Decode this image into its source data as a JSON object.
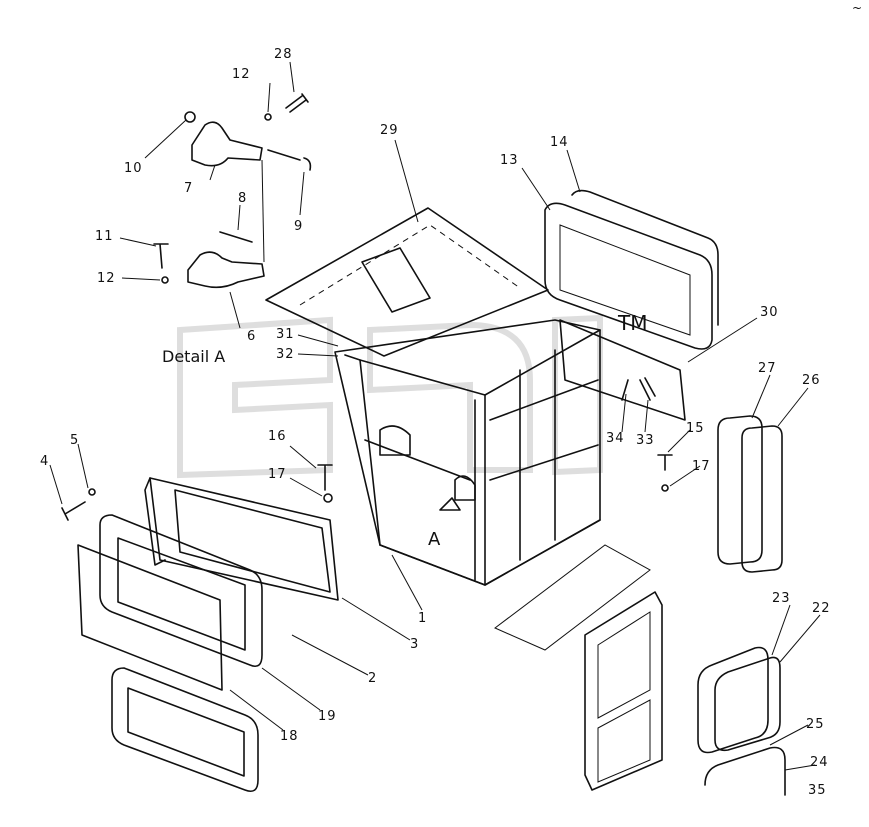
{
  "diagram": {
    "detail_label": "Detail A",
    "view_marker": "A",
    "watermark": "TM",
    "corner_mark": "~",
    "parts": [
      {
        "id": "p1",
        "text": "1"
      },
      {
        "id": "p2",
        "text": "2"
      },
      {
        "id": "p3",
        "text": "3"
      },
      {
        "id": "p4",
        "text": "4"
      },
      {
        "id": "p5",
        "text": "5"
      },
      {
        "id": "p6",
        "text": "6"
      },
      {
        "id": "p7",
        "text": "7"
      },
      {
        "id": "p8",
        "text": "8"
      },
      {
        "id": "p9",
        "text": "9"
      },
      {
        "id": "p10",
        "text": "10"
      },
      {
        "id": "p11",
        "text": "11"
      },
      {
        "id": "p12a",
        "text": "12"
      },
      {
        "id": "p12b",
        "text": "12"
      },
      {
        "id": "p13",
        "text": "13"
      },
      {
        "id": "p14",
        "text": "14"
      },
      {
        "id": "p15",
        "text": "15"
      },
      {
        "id": "p16",
        "text": "16"
      },
      {
        "id": "p17a",
        "text": "17"
      },
      {
        "id": "p17b",
        "text": "17"
      },
      {
        "id": "p18",
        "text": "18"
      },
      {
        "id": "p19",
        "text": "19"
      },
      {
        "id": "p22",
        "text": "22"
      },
      {
        "id": "p23",
        "text": "23"
      },
      {
        "id": "p24",
        "text": "24"
      },
      {
        "id": "p25",
        "text": "25"
      },
      {
        "id": "p26",
        "text": "26"
      },
      {
        "id": "p27",
        "text": "27"
      },
      {
        "id": "p28",
        "text": "28"
      },
      {
        "id": "p29",
        "text": "29"
      },
      {
        "id": "p30",
        "text": "30"
      },
      {
        "id": "p31",
        "text": "31"
      },
      {
        "id": "p32",
        "text": "32"
      },
      {
        "id": "p33",
        "text": "33"
      },
      {
        "id": "p34",
        "text": "34"
      },
      {
        "id": "p35",
        "text": "35"
      }
    ]
  }
}
